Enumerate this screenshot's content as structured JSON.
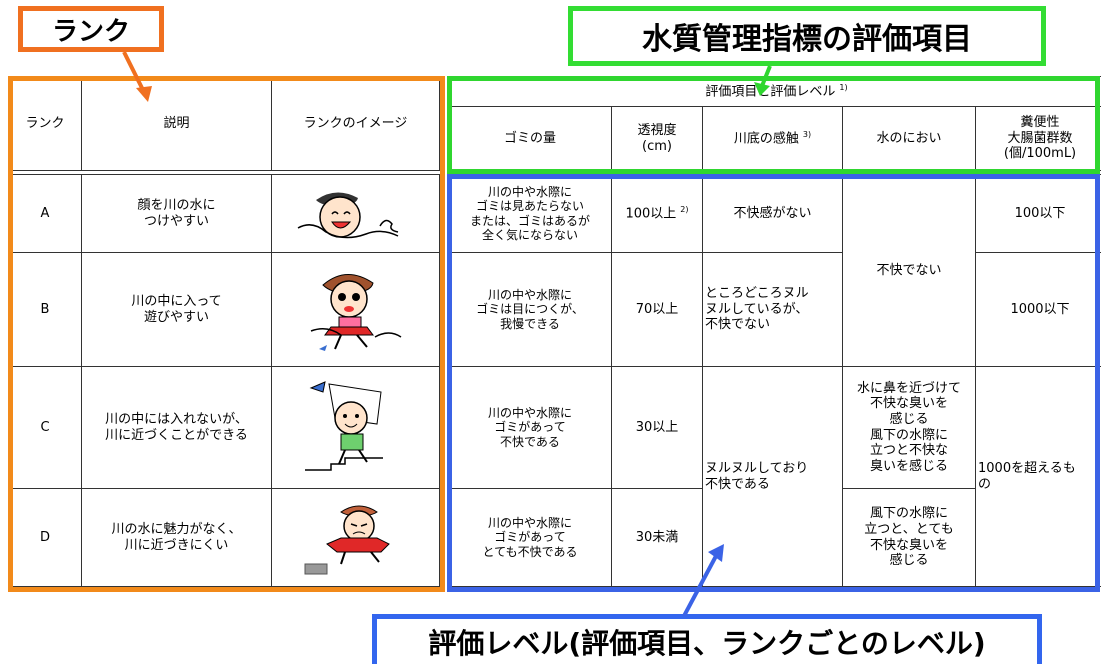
{
  "callouts": {
    "rank": "ランク",
    "quality_items": "水質管理指標の評価項目",
    "levels": "評価レベル(評価項目、ランクごとのレベル)"
  },
  "headers": {
    "rank": "ランク",
    "description": "説明",
    "image": "ランクのイメージ",
    "eval_group": "評価項目と評価レベル",
    "eval_group_note": "1)",
    "trash": "ゴミの量",
    "transparency_line1": "透視度",
    "transparency_line2": "(cm)",
    "riverbed": "川底の感触",
    "riverbed_note": "3)",
    "odor": "水のにおい",
    "coliform_line1": "糞便性",
    "coliform_line2": "大腸菌群数",
    "coliform_line3": "(個/100mL)"
  },
  "rows": [
    {
      "rank": "A",
      "description_line1": "顔を川の水に",
      "description_line2": "つけやすい",
      "trash_line1": "川の中や水際に",
      "trash_line2": "ゴミは見あたらない",
      "trash_line3": "または、ゴミはあるが",
      "trash_line4": "全く気にならない",
      "transparency": "100以上",
      "transparency_note": "2)",
      "riverbed": "不快感がない",
      "coliform": "100以下"
    },
    {
      "rank": "B",
      "description_line1": "川の中に入って",
      "description_line2": "遊びやすい",
      "trash_line1": "川の中や水際に",
      "trash_line2": "ゴミは目につくが、",
      "trash_line3": "我慢できる",
      "transparency": "70以上",
      "riverbed_line1": "ところどころヌル",
      "riverbed_line2": "ヌルしているが、",
      "riverbed_line3": "不快でない",
      "coliform": "1000以下"
    },
    {
      "rank": "C",
      "description_line1": "川の中には入れないが、",
      "description_line2": "川に近づくことができる",
      "trash_line1": "川の中や水際に",
      "trash_line2": "ゴミがあって",
      "trash_line3": "不快である",
      "transparency": "30以上",
      "odor_line1": "水に鼻を近づけて",
      "odor_line2": "不快な臭いを",
      "odor_line3": "感じる",
      "odor_line4": "風下の水際に",
      "odor_line5": "立つと不快な",
      "odor_line6": "臭いを感じる"
    },
    {
      "rank": "D",
      "description_line1": "川の水に魅力がなく、",
      "description_line2": "川に近づきにくい",
      "trash_line1": "川の中や水際に",
      "trash_line2": "ゴミがあって",
      "trash_line3": "とても不快である",
      "transparency": "30未満",
      "odor_line1": "風下の水際に",
      "odor_line2": "立つと、とても",
      "odor_line3": "不快な臭いを",
      "odor_line4": "感じる"
    }
  ],
  "merged": {
    "odor_ab": "不快でない",
    "riverbed_cd_line1": "ヌルヌルしており",
    "riverbed_cd_line2": "不快である",
    "coliform_cd_line1": "1000を超えるも",
    "coliform_cd_line2": "の"
  },
  "colors": {
    "rank_frame": "#f28a1a",
    "quality_frame": "#2fd62f",
    "level_frame": "#3b63e6"
  },
  "icons": [
    "child-face-in-water-icon",
    "child-playing-in-river-icon",
    "child-with-kite-fish-icon",
    "child-crying-icon"
  ]
}
